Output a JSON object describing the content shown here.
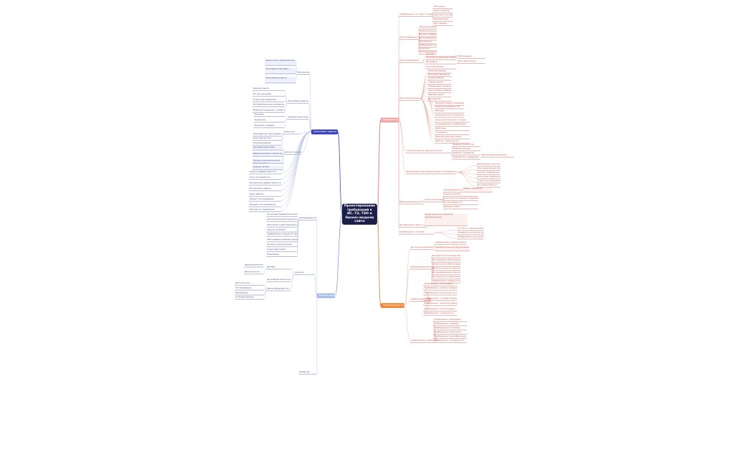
{
  "central_title": "Проектирование требований к ИС. ТЗ, ТЭО и бизнес-модели сайта",
  "colors": {
    "central": "#1d1f4a",
    "trebovaniya": "#f4a6a6",
    "tz_razdel": "#f4873a",
    "opisanie": "#3c45b8",
    "biznes": "#a9bfe8",
    "red_text": "#c8524a",
    "blue_text": "#48507e"
  },
  "branches": {
    "trebovaniya": "Требования",
    "tz_razdel": "Техническое задание (ТЗ) на создание ИС",
    "opisanie": "Описание задачи",
    "biznes": "Бизнес-модели"
  },
  "nodes": {
    "r": [
      "Требования к составу и содержанию работ",
      "Описание",
      "Цели проекта",
      "Функции системы",
      "Ограничения",
      "Допущения",
      "Классификация требований",
      "Функциональные",
      "Нефункциональные",
      "Бизнес-требования",
      "Пользовательские",
      "Системные",
      "Требования к интерфейсу",
      "Качество",
      "Эксплуатационные",
      "Сбор требований",
      "Анализ",
      "Способы выявления требований",
      "Интервью",
      "Анкетирование",
      "Наблюдение",
      "Мозговой штурм",
      "Прототипирование",
      "Моделирование",
      "Документирование",
      "Согласование",
      "Утверждение",
      "Управление изменениями",
      "Трассировка требований",
      "Верификация",
      "Валидация",
      "Приоритизация требований",
      "Оценка трудоёмкости",
      "Методы",
      "Сценарии использования",
      "Пользовательские истории",
      "Спецификация требований",
      "Шаблоны",
      "Стандарты",
      "Рабочая документация",
      "Работа с заказчиком",
      "Сопровождение",
      "Формализация",
      "Модели процессов",
      "Модели данных",
      "Модели поведения",
      "Разработка сценариев",
      "Диаграммы вариантов",
      "Диаграммы деятельности",
      "Диаграммы последовательности",
      "Диаграммы классов",
      "Описание бизнес-процессов",
      "Анализ требований",
      "Описание предметной области",
      "Структура предприятия",
      "Документооборот",
      "Информационные потоки",
      "Сроки реализации",
      "Планирование ресурсов",
      "Оценка рисков",
      "Контроль исполнения требований заказчика и проверка качества результатов",
      "Согласование ТЗ",
      "Приёмка работ",
      "Общие сведения",
      "Назначение и цели создания системы",
      "Характеристика объекта автоматизации",
      "Требования к системе",
      "Состав и содержание работ",
      "Порядок контроля и приёмки",
      "Требования к документированию",
      "Источники разработки",
      "Требования к видам обеспечения",
      "Математическое обеспечение",
      "Информационное обеспечение",
      "Лингвистическое обеспечение",
      "Программное обеспечение",
      "Техническое обеспечение",
      "Метрологическое обеспечение",
      "Организационное обеспечение",
      "Методическое обеспечение",
      "Требования к надёжности",
      "Требования к безопасности",
      "Требования к эргономике",
      "Требования к защите информации",
      "Требования к патентной чистоте",
      "Требования к стандартизации",
      "Требования к транспортабельности",
      "Требования к эксплуатации",
      "Требования к сохранности",
      "Требования к защите от влияния",
      "Требования к функциям",
      "Требования к задачам",
      "Требования к режимам",
      "Требования к персоналу",
      "Требования к квалификации",
      "Требования к численности"
    ],
    "b": [
      "Бизнес-модель сайта как инструмент планирования деятельности",
      "Ценностное предложение",
      "Ключевые партнёры",
      "Ключевые ресурсы",
      "Ключевые виды деятельности",
      "Каналы сбыта",
      "Потоки доходов",
      "Структура издержек",
      "Потребительские сегменты",
      "Взаимоотношения с клиентами",
      "Модели монетизации",
      "Реклама",
      "Подписка",
      "Продажа товаров",
      "Комиссия",
      "Партнёрские программы",
      "Платный доступ",
      "Пожертвования",
      "Анализ конкурентов",
      "Целевая аудитория",
      "Маркетинговая стратегия",
      "Технико-экономическое обоснование",
      "Оценка затрат",
      "Оценка эффективности",
      "Срок окупаемости",
      "Показатели эффективности",
      "Постановка задачи",
      "Цель работы",
      "Объект исследования",
      "Предмет исследования",
      "Методы исследования",
      "Ожидаемые результаты",
      "Описание предметной области",
      "Описание бизнес-процессов",
      "Описание существующей системы",
      "Анализ проблем",
      "Требования к новой системе",
      "Обоснование выбора решения",
      "Архитектура решения",
      "Структура сайта",
      "Навигация",
      "Контент",
      "Дизайн",
      "Функциональность",
      "Безопасность",
      "Производительность",
      "Масштабируемость",
      "Доступность",
      "Тестирование",
      "Внедрение",
      "Сопровождение",
      "Развитие"
    ]
  }
}
